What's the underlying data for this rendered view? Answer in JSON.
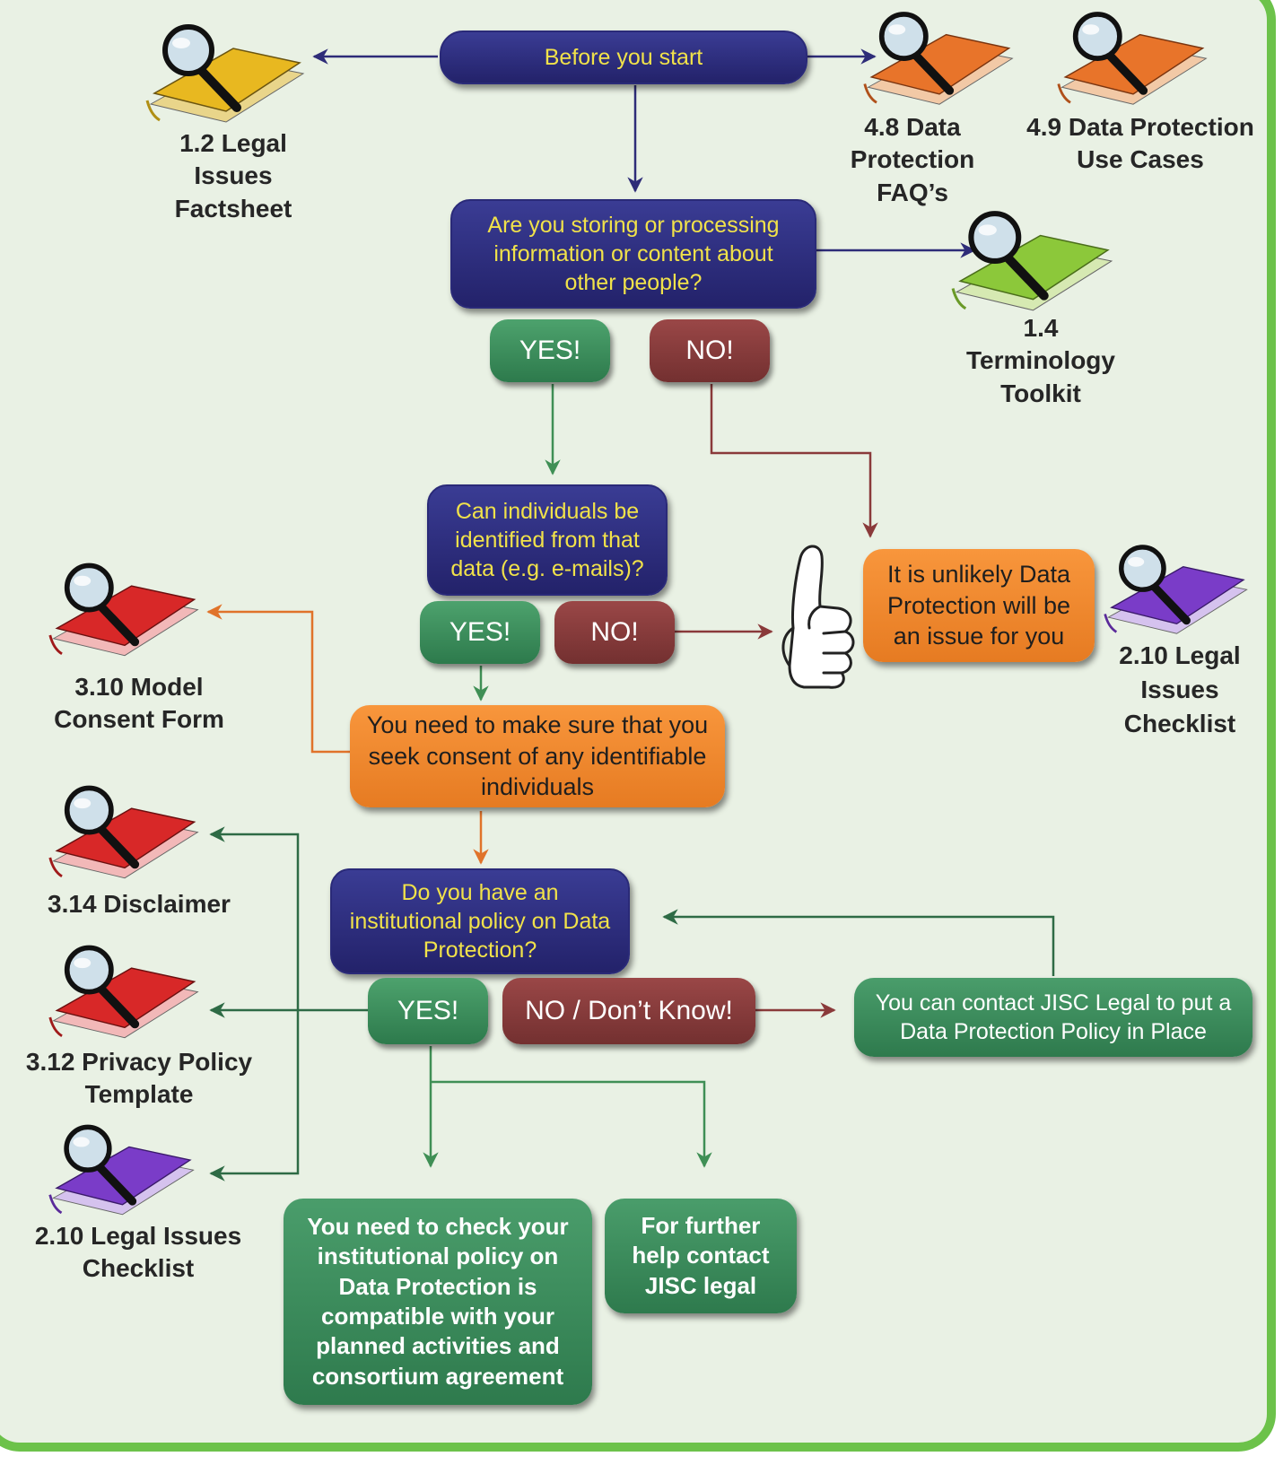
{
  "colors": {
    "navy": "#28286e",
    "question_text": "#f1e24a",
    "yes_green": "#3a8c5c",
    "no_red": "#8a3c3c",
    "orange": "#f08a30",
    "frame_green": "#6cc24a",
    "background": "#e9f1e4"
  },
  "flow": {
    "start": "Before you start",
    "q1": "Are you storing or processing information or content about other people?",
    "q1_yes": "YES!",
    "q1_no": "NO!",
    "q2": "Can individuals be identified from that data (e.g. e-mails)?",
    "q2_yes": "YES!",
    "q2_no": "NO!",
    "unlikely": "It is unlikely Data Protection will be an issue for you",
    "consent": "You need to make sure that you seek consent of any identifiable individuals",
    "q3": "Do you have an institutional policy on Data Protection?",
    "q3_yes": "YES!",
    "q3_no": "NO / Don’t Know!",
    "contact_policy": "You can contact JISC Legal to put a Data Protection Policy in Place",
    "check_policy": "You need to check your institutional policy on Data Protection is compatible with your planned activities and consortium agreement",
    "further_help": "For further help contact JISC legal"
  },
  "resources": {
    "legal_issues_factsheet": {
      "label": "1.2 Legal Issues Factsheet",
      "color": "#e8b820",
      "icon": "book-magnifier-icon"
    },
    "dp_faqs": {
      "label": "4.8 Data Protection FAQ’s",
      "color": "#e8742a",
      "icon": "book-magnifier-icon"
    },
    "dp_use_cases": {
      "label": "4.9 Data Protection Use Cases",
      "color": "#e8742a",
      "icon": "book-magnifier-icon"
    },
    "terminology_toolkit": {
      "label": "1.4 Terminology Toolkit",
      "color": "#8cc83a",
      "icon": "book-magnifier-icon"
    },
    "legal_issues_checklist_right": {
      "label": "2.10 Legal Issues Checklist",
      "color": "#7a3cc8",
      "icon": "book-magnifier-icon"
    },
    "model_consent_form": {
      "label": "3.10 Model Consent Form",
      "color": "#d82828",
      "icon": "book-magnifier-icon"
    },
    "disclaimer": {
      "label": "3.14 Disclaimer",
      "color": "#d82828",
      "icon": "book-magnifier-icon"
    },
    "privacy_policy_template": {
      "label": "3.12 Privacy Policy Template",
      "color": "#d82828",
      "icon": "book-magnifier-icon"
    },
    "legal_issues_checklist_left": {
      "label": "2.10 Legal Issues Checklist",
      "color": "#7a3cc8",
      "icon": "book-magnifier-icon"
    }
  },
  "thumbs_up_icon": "thumbs-up-icon"
}
